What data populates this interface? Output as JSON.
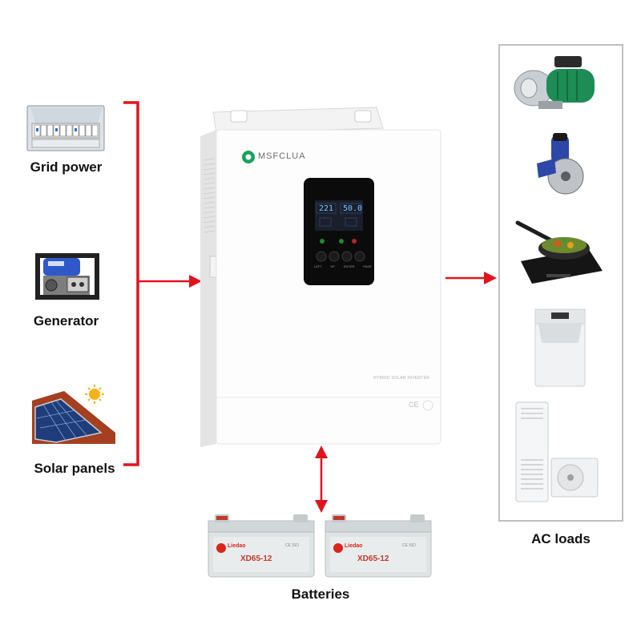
{
  "sources": [
    {
      "label": "Grid power",
      "icon": "breaker-panel-icon"
    },
    {
      "label": "Generator",
      "icon": "generator-icon"
    },
    {
      "label": "Solar panels",
      "icon": "solar-panel-icon"
    }
  ],
  "inverter": {
    "brand": "MSFCLUA",
    "model_text": "HYBRID SOLAR INVERTER",
    "display": {
      "voltage": "221",
      "frequency": "50.0"
    },
    "buttons": [
      "LEFT",
      "UP",
      "ENTER",
      "PAGE"
    ],
    "marks": "CE"
  },
  "batteries": {
    "label": "Batteries",
    "items": [
      {
        "brand": "Liedao",
        "model": "XD65-12",
        "cert": "CE ISO"
      },
      {
        "brand": "Liedao",
        "model": "XD65-12",
        "cert": "CE ISO"
      }
    ]
  },
  "loads": {
    "label": "AC loads",
    "items": [
      "water-pump-icon",
      "tile-cutter-icon",
      "induction-cooker-icon",
      "washing-machine-icon",
      "air-conditioner-icon"
    ]
  },
  "colors": {
    "arrow": "#e0141e",
    "bracket": "#e0141e",
    "frame": "#bfbfbf"
  }
}
